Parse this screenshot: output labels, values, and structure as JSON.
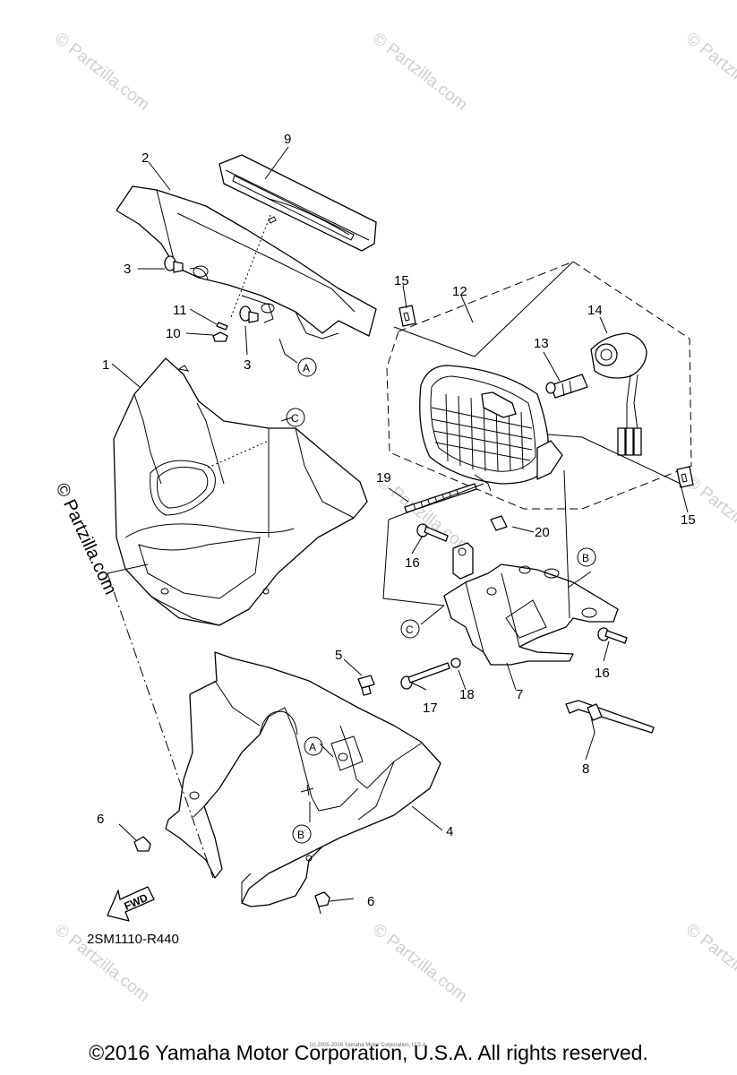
{
  "diagram": {
    "code": "2SM1110-R440",
    "copyright": "©2016 Yamaha Motor Corporation, U.S.A. All rights reserved.",
    "copyright_small": "(c) 2005-2016 Yamaha Motor Corporation, U.S.A.",
    "fwd_label": "FWD",
    "watermark": "© Partzilla.com",
    "side_watermark": "© Partzilla.com"
  },
  "callouts": {
    "p1": "1",
    "p2": "2",
    "p3a": "3",
    "p3b": "3",
    "p4": "4",
    "p5": "5",
    "p6a": "6",
    "p6b": "6",
    "p7": "7",
    "p8": "8",
    "p9": "9",
    "p10": "10",
    "p11": "11",
    "p12": "12",
    "p13": "13",
    "p14": "14",
    "p15a": "15",
    "p15b": "15",
    "p16a": "16",
    "p16b": "16",
    "p17": "17",
    "p18": "18",
    "p19": "19",
    "p20": "20"
  },
  "refs": {
    "a_top": "A",
    "a_bottom": "A",
    "b_right": "B",
    "b_bottom": "B",
    "c_top": "C",
    "c_bracket": "C"
  }
}
